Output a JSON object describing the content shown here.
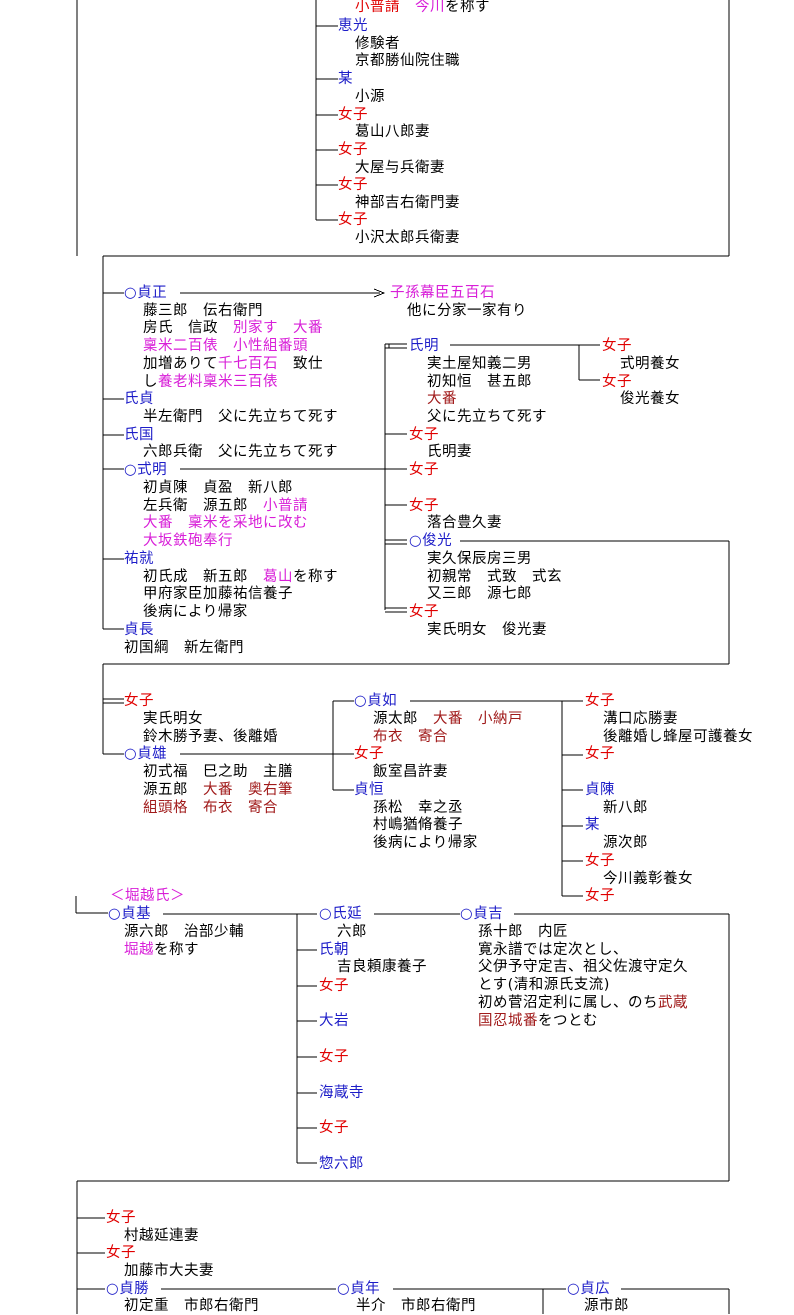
{
  "persons": {
    "upper_line_kofushin": [
      {
        "text": "小普請　",
        "color": "r"
      },
      {
        "text": "今川",
        "color": "m"
      },
      {
        "text": "を称す",
        "color": "k"
      }
    ],
    "eiko": {
      "name": "恵光",
      "notes": [
        "修験者",
        "京都勝仙院住職"
      ]
    },
    "bo_1": {
      "name": "某",
      "notes": [
        "小源"
      ]
    },
    "daughters_top": [
      {
        "name": "女子",
        "note": "葛山八郎妻"
      },
      {
        "name": "女子",
        "note": "大屋与兵衛妻"
      },
      {
        "name": "女子",
        "note": "神部吉右衛門妻"
      },
      {
        "name": "女子",
        "note": "小沢太郎兵衛妻"
      }
    ],
    "sadamasa": {
      "name": "○貞正",
      "arrow_label": "子孫幕臣五百石",
      "arrow_note": "他に分家一家有り",
      "lines": [
        [
          {
            "text": "藤三郎　伝右衛門",
            "color": "k"
          }
        ],
        [
          {
            "text": "房氏　信政　",
            "color": "k"
          },
          {
            "text": "別家す　大番",
            "color": "m"
          }
        ],
        [
          {
            "text": "稟米二百俵　小性組番頭",
            "color": "m"
          }
        ],
        [
          {
            "text": "加増ありて",
            "color": "k"
          },
          {
            "text": "千七百石",
            "color": "m"
          },
          {
            "text": "　致仕",
            "color": "k"
          }
        ],
        [
          {
            "text": "し",
            "color": "k"
          },
          {
            "text": "養老料稟米三百俵",
            "color": "m"
          }
        ]
      ]
    },
    "ujisada": {
      "name": "氏貞",
      "note": "半左衛門　父に先立ちて死す"
    },
    "ujikuni": {
      "name": "氏国",
      "note": "六郎兵衛　父に先立ちて死す"
    },
    "noriaki": {
      "name": "○式明",
      "lines": [
        [
          {
            "text": "初貞陳　貞盈　新八郎",
            "color": "k"
          }
        ],
        [
          {
            "text": "左兵衛　源五郎　",
            "color": "k"
          },
          {
            "text": "小普請",
            "color": "m"
          }
        ],
        [
          {
            "text": "大番　稟米を采地に改む",
            "color": "m"
          }
        ],
        [
          {
            "text": "大坂鉄砲奉行",
            "color": "m"
          }
        ]
      ]
    },
    "sukenari": {
      "name": "祐就",
      "lines": [
        [
          {
            "text": "初氏成　新五郎　",
            "color": "k"
          },
          {
            "text": "葛山",
            "color": "m"
          },
          {
            "text": "を称す",
            "color": "k"
          }
        ],
        [
          {
            "text": "甲府家臣加藤祐信養子",
            "color": "k"
          }
        ],
        [
          {
            "text": "後病により帰家",
            "color": "k"
          }
        ]
      ]
    },
    "sadanaga": {
      "name": "貞長",
      "note": "初国綱　新左衛門"
    },
    "ujiaki": {
      "name": "氏明",
      "lines": [
        [
          {
            "text": "実土屋知義二男",
            "color": "k"
          }
        ],
        [
          {
            "text": "初知恒　甚五郎",
            "color": "k"
          }
        ],
        [
          {
            "text": "大番",
            "color": "br"
          }
        ],
        [
          {
            "text": "父に先立ちて死す",
            "color": "k"
          }
        ]
      ]
    },
    "ujiaki_daughters": [
      {
        "name": "女子",
        "note": "式明養女"
      },
      {
        "name": "女子",
        "note": "俊光養女"
      }
    ],
    "mid_daughters": [
      {
        "name": "女子",
        "note": "氏明妻"
      },
      {
        "name": "女子",
        "note": ""
      },
      {
        "name": "女子",
        "note": "落合豊久妻"
      }
    ],
    "toshimitsu": {
      "name": "○俊光",
      "lines": [
        "実久保辰房三男",
        "初親常　式致　式玄",
        "又三郎　源七郎"
      ]
    },
    "toshimitsu_wife": {
      "name": "女子",
      "note": "実氏明女　俊光妻"
    },
    "sadao_wife": {
      "name": "女子",
      "lines": [
        "実氏明女",
        "鈴木勝予妻、後離婚"
      ]
    },
    "sadao": {
      "name": "○貞雄",
      "lines": [
        [
          {
            "text": "初式福　巳之助　主膳",
            "color": "k"
          }
        ],
        [
          {
            "text": "源五郎　",
            "color": "k"
          },
          {
            "text": "大番　奥右筆",
            "color": "br"
          }
        ],
        [
          {
            "text": "組頭格　布衣　寄合",
            "color": "br"
          }
        ]
      ]
    },
    "sadayuki": {
      "name": "○貞如",
      "lines": [
        [
          {
            "text": "源太郎　",
            "color": "k"
          },
          {
            "text": "大番　小納戸",
            "color": "br"
          }
        ],
        [
          {
            "text": "布衣　寄合",
            "color": "br"
          }
        ]
      ]
    },
    "sadayuki_sister": {
      "name": "女子",
      "note": "飯室昌許妻"
    },
    "sadatsune": {
      "name": "貞恒",
      "lines": [
        "孫松　幸之丞",
        "村嶋猶脩養子",
        "後病により帰家"
      ]
    },
    "sadayuki_children": [
      {
        "name": "女子",
        "lines": [
          "溝口応勝妻",
          "後離婚し蜂屋可護養女"
        ],
        "color": "r"
      },
      {
        "name": "女子",
        "lines": [],
        "color": "r"
      },
      {
        "name": "貞陳",
        "lines": [
          "新八郎"
        ],
        "color": "b"
      },
      {
        "name": "某",
        "lines": [
          "源次郎"
        ],
        "color": "b"
      },
      {
        "name": "女子",
        "lines": [
          "今川義彰養女"
        ],
        "color": "r"
      },
      {
        "name": "女子",
        "lines": [],
        "color": "r"
      }
    ],
    "horikoshi_label": "＜堀越氏＞",
    "sadamoto": {
      "name": "○貞基",
      "lines": [
        [
          {
            "text": "源六郎　治部少輔",
            "color": "k"
          }
        ],
        [
          {
            "text": "堀越",
            "color": "m"
          },
          {
            "text": "を称す",
            "color": "k"
          }
        ]
      ]
    },
    "sadamoto_children": [
      {
        "name": "○氏延",
        "note": "六郎",
        "color": "b"
      },
      {
        "name": "氏朝",
        "note": "吉良頼康養子",
        "color": "b"
      },
      {
        "name": "女子",
        "note": "",
        "color": "r"
      },
      {
        "name": "大岩",
        "note": "",
        "color": "b"
      },
      {
        "name": "女子",
        "note": "",
        "color": "r"
      },
      {
        "name": "海蔵寺",
        "note": "",
        "color": "b"
      },
      {
        "name": "女子",
        "note": "",
        "color": "r"
      },
      {
        "name": "惣六郎",
        "note": "",
        "color": "b"
      }
    ],
    "sadayoshi": {
      "name": "○貞吉",
      "lines": [
        [
          {
            "text": "孫十郎　内匠",
            "color": "k"
          }
        ],
        [
          {
            "text": "寛永譜では定次とし、",
            "color": "k"
          }
        ],
        [
          {
            "text": "父伊予守定吉、祖父佐渡守定久",
            "color": "k"
          }
        ],
        [
          {
            "text": "とす(清和源氏支流)",
            "color": "k"
          }
        ],
        [
          {
            "text": "初め菅沼定利に属し、のち",
            "color": "k"
          },
          {
            "text": "武蔵",
            "color": "br"
          }
        ],
        [
          {
            "text": "国忍城番",
            "color": "br"
          },
          {
            "text": "をつとむ",
            "color": "k"
          }
        ]
      ]
    },
    "bottom_daughters": [
      {
        "name": "女子",
        "note": "村越延連妻"
      },
      {
        "name": "女子",
        "note": "加藤市大夫妻"
      }
    ],
    "sadakatsu": {
      "name": "○貞勝",
      "note": "初定重　市郎右衛門"
    },
    "sadatoshi": {
      "name": "○貞年",
      "note": "半介　市郎右衛門"
    },
    "sadahiro": {
      "name": "○貞広",
      "note": "源市郎"
    }
  }
}
